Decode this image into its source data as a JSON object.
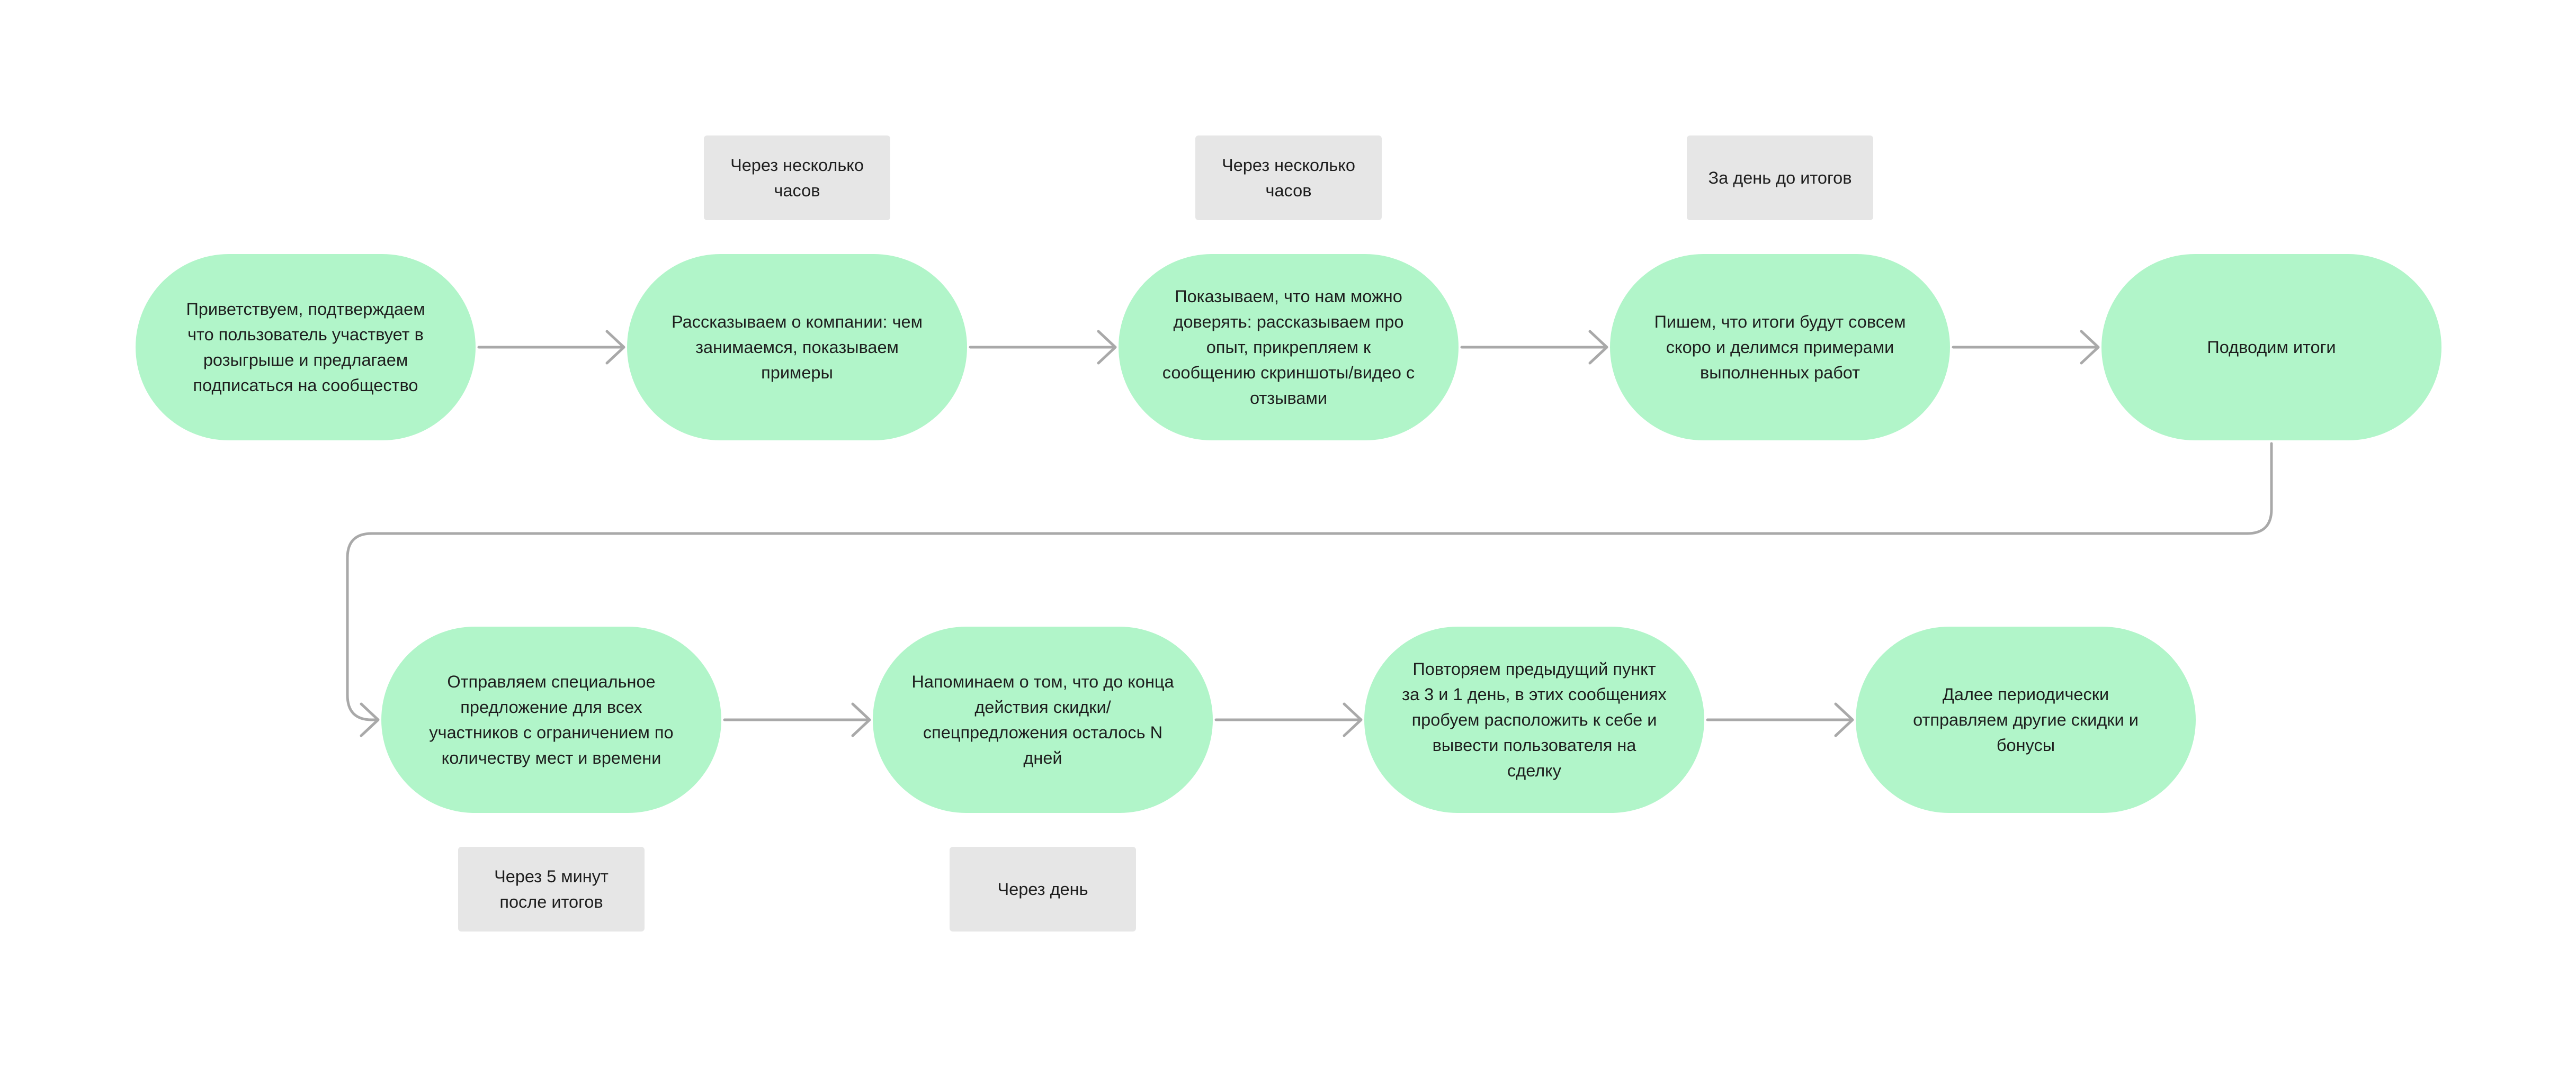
{
  "colors": {
    "node_fill": "#b1f5c9",
    "tag_fill": "#e6e6e6",
    "connector": "#a9a9a9",
    "text": "#1e1e1e",
    "background": "#ffffff"
  },
  "steps": [
    {
      "text": "Приветствуем, подтверждаем\nчто пользователь участвует в\nрозыгрыше и предлагаем\nподписаться на сообщество"
    },
    {
      "text": "Рассказываем о компании: чем\nзанимаемся, показываем\nпримеры"
    },
    {
      "text": "Показываем, что нам можно\nдоверять: рассказываем про\nопыт, прикрепляем к\nсообщению скриншоты/видео с\nотзывами"
    },
    {
      "text": "Пишем, что итоги будут совсем\nскоро и делимся примерами\nвыполненных работ"
    },
    {
      "text": "Подводим итоги"
    },
    {
      "text": "Отправляем специальное\nпредложение для всех\nучастников с ограничением по\nколичеству мест и времени"
    },
    {
      "text": "Напоминаем о том, что до конца\nдействия скидки/\nспецпредложения осталось N\nдней"
    },
    {
      "text": "Повторяем предыдущий пункт\nза 3 и 1 день, в этих сообщениях\nпробуем расположить к себе и\nвывести пользователя на\nсделку"
    },
    {
      "text": "Далее периодически\nотправляем другие скидки и\nбонусы"
    }
  ],
  "timing_labels": [
    {
      "text": "Через несколько\nчасов"
    },
    {
      "text": "Через несколько\nчасов"
    },
    {
      "text": "За день до итогов"
    },
    {
      "text": "Через 5 минут\nпосле итогов"
    },
    {
      "text": "Через день"
    }
  ]
}
